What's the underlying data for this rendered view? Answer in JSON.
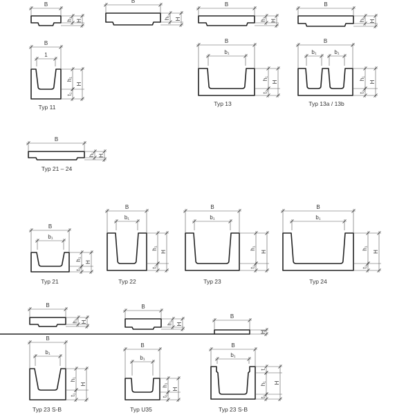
{
  "labels": {
    "B": "B",
    "b1": "b₁",
    "h1": "h₁",
    "H": "H",
    "t1": "t₁",
    "t": "t",
    "one": "1"
  },
  "captions": [
    "Typ 11",
    "Typ 13",
    "Typ 13a / 13b",
    "Typ 21 – 24",
    "Typ 21",
    "Typ 22",
    "Typ 23",
    "Typ 24",
    "Typ 23 S-B",
    "Typ U35",
    "Typ 23 S-B"
  ],
  "colors": {
    "outline": "#222222",
    "dimension": "#555555",
    "background": "#ffffff"
  }
}
